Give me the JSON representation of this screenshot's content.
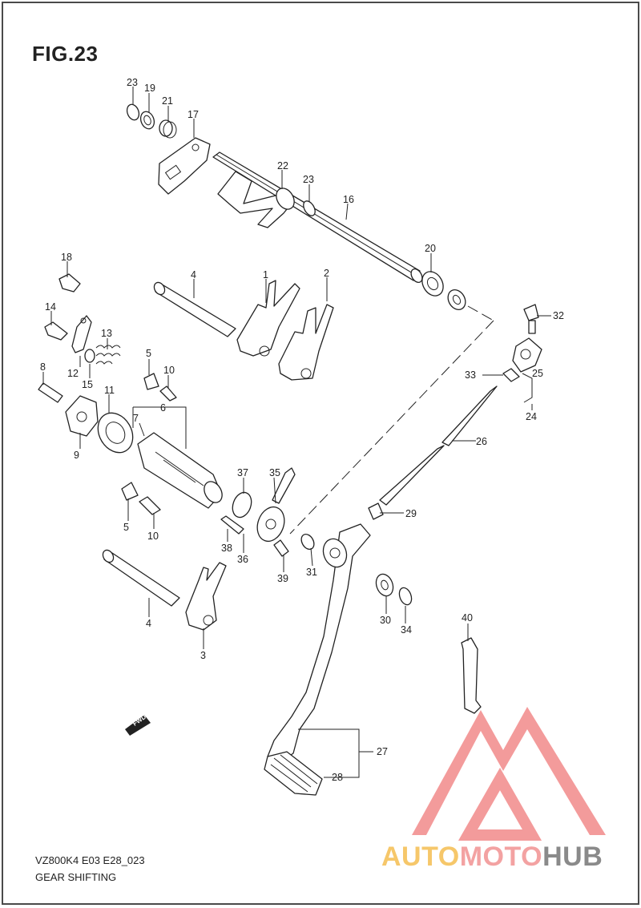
{
  "figure": {
    "title": "FIG.23",
    "code": "VZ800K4 E03 E28_023",
    "name": "GEAR SHIFTING"
  },
  "fwd_label": "FWD",
  "watermark": {
    "part1": "AUTO",
    "part2": "MOTO",
    "part3": "HUB",
    "colors": {
      "logo_red": "#f28a8a",
      "auto": "#f6c76a",
      "moto": "#f3a2a2",
      "hub": "#8a8a8a"
    }
  },
  "callouts": [
    {
      "id": "c23a",
      "text": "23"
    },
    {
      "id": "c19",
      "text": "19"
    },
    {
      "id": "c21",
      "text": "21"
    },
    {
      "id": "c17",
      "text": "17"
    },
    {
      "id": "c22",
      "text": "22"
    },
    {
      "id": "c23b",
      "text": "23"
    },
    {
      "id": "c16",
      "text": "16"
    },
    {
      "id": "c20",
      "text": "20"
    },
    {
      "id": "c18",
      "text": "18"
    },
    {
      "id": "c4a",
      "text": "4"
    },
    {
      "id": "c1",
      "text": "1"
    },
    {
      "id": "c2",
      "text": "2"
    },
    {
      "id": "c32",
      "text": "32"
    },
    {
      "id": "c14",
      "text": "14"
    },
    {
      "id": "c13",
      "text": "13"
    },
    {
      "id": "c12",
      "text": "12"
    },
    {
      "id": "c15",
      "text": "15"
    },
    {
      "id": "c5a",
      "text": "5"
    },
    {
      "id": "c10a",
      "text": "10"
    },
    {
      "id": "c8",
      "text": "8"
    },
    {
      "id": "c11",
      "text": "11"
    },
    {
      "id": "c6",
      "text": "6"
    },
    {
      "id": "c7",
      "text": "7"
    },
    {
      "id": "c9",
      "text": "9"
    },
    {
      "id": "c33",
      "text": "33"
    },
    {
      "id": "c25",
      "text": "25"
    },
    {
      "id": "c24",
      "text": "24"
    },
    {
      "id": "c26",
      "text": "26"
    },
    {
      "id": "c37",
      "text": "37"
    },
    {
      "id": "c35",
      "text": "35"
    },
    {
      "id": "c5b",
      "text": "5"
    },
    {
      "id": "c10b",
      "text": "10"
    },
    {
      "id": "c29",
      "text": "29"
    },
    {
      "id": "c38",
      "text": "38"
    },
    {
      "id": "c36",
      "text": "36"
    },
    {
      "id": "c31",
      "text": "31"
    },
    {
      "id": "c39",
      "text": "39"
    },
    {
      "id": "c4b",
      "text": "4"
    },
    {
      "id": "c30",
      "text": "30"
    },
    {
      "id": "c34",
      "text": "34"
    },
    {
      "id": "c3",
      "text": "3"
    },
    {
      "id": "c40",
      "text": "40"
    },
    {
      "id": "c27",
      "text": "27"
    },
    {
      "id": "c28",
      "text": "28"
    }
  ]
}
